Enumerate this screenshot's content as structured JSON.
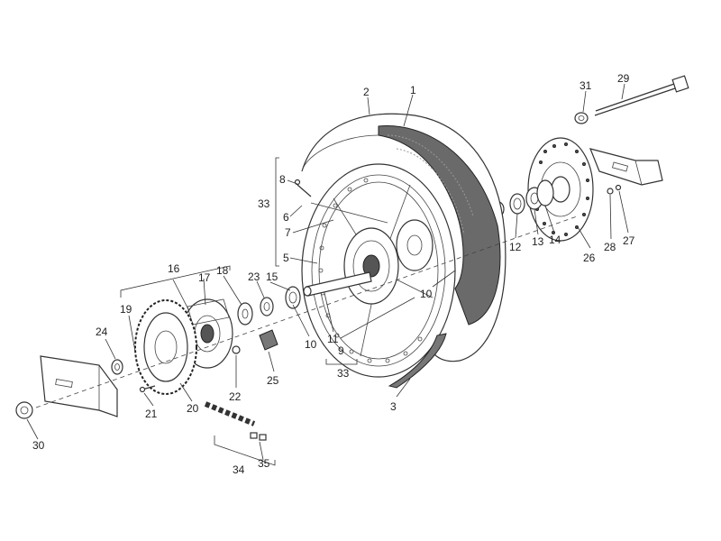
{
  "diagram": {
    "labels": [
      {
        "id": "1",
        "text": "1"
      },
      {
        "id": "2",
        "text": "2"
      },
      {
        "id": "3",
        "text": "3"
      },
      {
        "id": "5",
        "text": "5"
      },
      {
        "id": "6",
        "text": "6"
      },
      {
        "id": "7",
        "text": "7"
      },
      {
        "id": "8",
        "text": "8"
      },
      {
        "id": "9",
        "text": "9"
      },
      {
        "id": "10a",
        "text": "10"
      },
      {
        "id": "10b",
        "text": "10"
      },
      {
        "id": "11",
        "text": "11"
      },
      {
        "id": "12",
        "text": "12"
      },
      {
        "id": "13",
        "text": "13"
      },
      {
        "id": "14",
        "text": "14"
      },
      {
        "id": "15",
        "text": "15"
      },
      {
        "id": "16",
        "text": "16"
      },
      {
        "id": "17",
        "text": "17"
      },
      {
        "id": "18",
        "text": "18"
      },
      {
        "id": "19",
        "text": "19"
      },
      {
        "id": "20",
        "text": "20"
      },
      {
        "id": "21",
        "text": "21"
      },
      {
        "id": "22",
        "text": "22"
      },
      {
        "id": "23",
        "text": "23"
      },
      {
        "id": "24",
        "text": "24"
      },
      {
        "id": "25",
        "text": "25"
      },
      {
        "id": "26",
        "text": "26"
      },
      {
        "id": "27",
        "text": "27"
      },
      {
        "id": "28",
        "text": "28"
      },
      {
        "id": "29",
        "text": "29"
      },
      {
        "id": "30",
        "text": "30"
      },
      {
        "id": "31",
        "text": "31"
      },
      {
        "id": "33a",
        "text": "33"
      },
      {
        "id": "33b",
        "text": "33"
      },
      {
        "id": "34",
        "text": "34"
      },
      {
        "id": "35",
        "text": "35"
      }
    ]
  }
}
